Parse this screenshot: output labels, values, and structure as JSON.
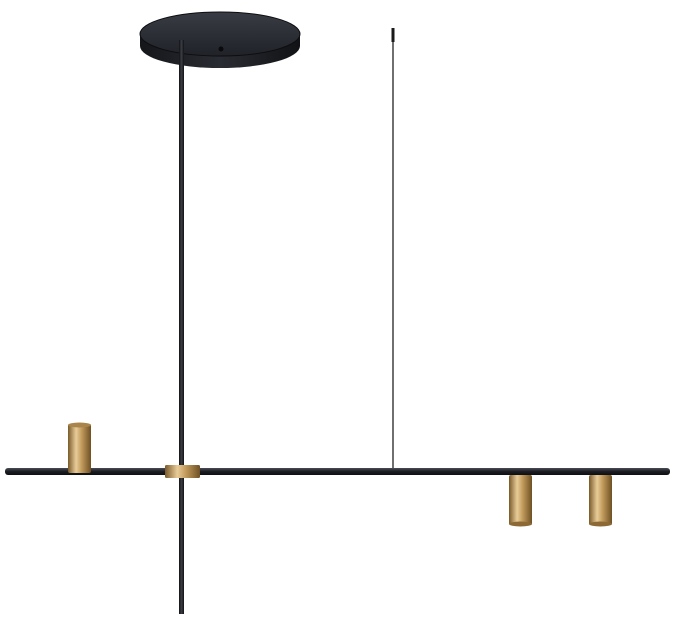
{
  "image": {
    "subject": "pendant-light",
    "colors": {
      "background": "#ffffff",
      "metal_dark": "#1c1d22",
      "metal_mid": "#2e3038",
      "metal_highlight": "#4a4d57",
      "brass_dark": "#7a5a2a",
      "brass_mid": "#c09a5b",
      "brass_light": "#e8cc98",
      "wire": "#222222"
    },
    "parts": {
      "canopy": "ceiling-canopy",
      "rod": "vertical-suspension-rod",
      "wire": "suspension-wire",
      "arm": "horizontal-arm",
      "joint": "brass-joint",
      "spotlights": [
        "spotlight-up-left",
        "spotlight-down-mid",
        "spotlight-down-right"
      ]
    }
  }
}
